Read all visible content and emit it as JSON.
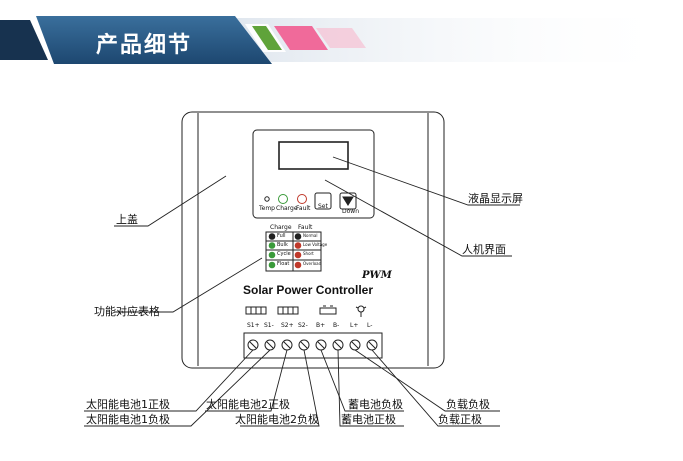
{
  "banner": {
    "title": "产品细节"
  },
  "device": {
    "front_panel": {
      "indicators": [
        "Temp",
        "Charge",
        "Fault"
      ],
      "buttons": [
        "Set",
        "Down"
      ]
    },
    "function_table": {
      "header_left": "Charge",
      "header_right": "Fault",
      "rows": [
        {
          "left": "Full",
          "right": "Normal"
        },
        {
          "left": "Bulk",
          "right": "Low Voltage"
        },
        {
          "left": "Cycle",
          "right": "Short"
        },
        {
          "left": "Float",
          "right": "Overload"
        }
      ]
    },
    "brand": "PWM",
    "name": "Solar Power Controller",
    "terminal_labels": [
      "S1+",
      "S1-",
      "S2+",
      "S2-",
      "B+",
      "B-",
      "L+",
      "L-"
    ]
  },
  "callouts": {
    "top_cover": "上盖",
    "lcd": "液晶显示屏",
    "hmi": "人机界面",
    "function_table": "功能对应表格",
    "s1_pos": "太阳能电池1正极",
    "s1_neg": "太阳能电池1负极",
    "s2_pos": "太阳能电池2正极",
    "s2_neg": "太阳能电池2负极",
    "bat_neg": "蓄电池负极",
    "bat_pos": "蓄电池正极",
    "load_neg": "负载负极",
    "load_pos": "负载正极"
  }
}
